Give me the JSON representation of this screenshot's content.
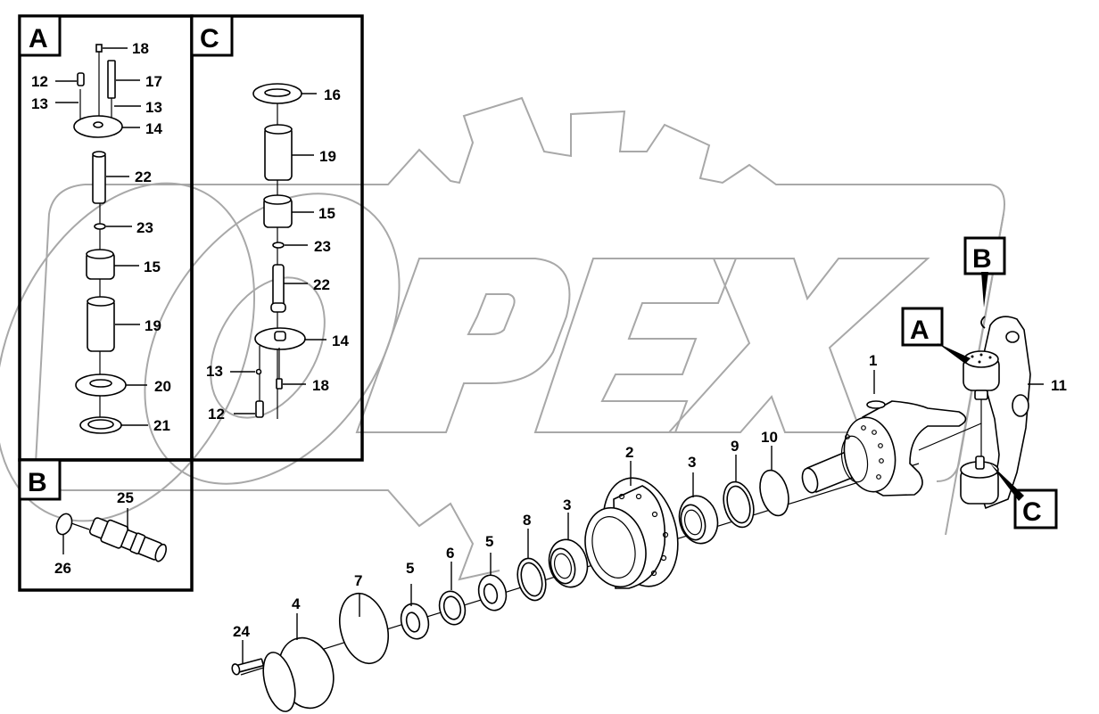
{
  "diagram": {
    "type": "exploded-parts-diagram",
    "watermark": "OPEX",
    "insets": [
      {
        "id": "A",
        "label": "A",
        "parts": [
          "18",
          "12",
          "17",
          "13",
          "13",
          "14",
          "22",
          "23",
          "15",
          "19",
          "20",
          "21"
        ]
      },
      {
        "id": "C",
        "label": "C",
        "parts": [
          "16",
          "19",
          "15",
          "23",
          "22",
          "14",
          "13",
          "18",
          "12"
        ]
      },
      {
        "id": "B",
        "label": "B",
        "parts": [
          "25",
          "26"
        ]
      }
    ],
    "callout_boxes": [
      {
        "id": "A",
        "label": "A"
      },
      {
        "id": "B",
        "label": "B"
      },
      {
        "id": "C",
        "label": "C"
      }
    ],
    "main_parts": [
      "1",
      "2",
      "3",
      "3",
      "4",
      "5",
      "5",
      "6",
      "7",
      "8",
      "9",
      "10",
      "11",
      "24"
    ]
  },
  "labels": {
    "insetA": {
      "box": "A",
      "p18": "18",
      "p12": "12",
      "p17": "17",
      "p13a": "13",
      "p13b": "13",
      "p14": "14",
      "p22": "22",
      "p23": "23",
      "p15": "15",
      "p19": "19",
      "p20": "20",
      "p21": "21"
    },
    "insetC": {
      "box": "C",
      "p16": "16",
      "p19": "19",
      "p15": "15",
      "p23": "23",
      "p22": "22",
      "p14": "14",
      "p13": "13",
      "p18": "18",
      "p12": "12"
    },
    "insetB": {
      "box": "B",
      "p25": "25",
      "p26": "26"
    },
    "main": {
      "p1": "1",
      "p2": "2",
      "p3a": "3",
      "p3b": "3",
      "p4": "4",
      "p5a": "5",
      "p5b": "5",
      "p6": "6",
      "p7": "7",
      "p8": "8",
      "p9": "9",
      "p10": "10",
      "p11": "11",
      "p24": "24",
      "boxA": "A",
      "boxB": "B",
      "boxC": "C"
    }
  }
}
